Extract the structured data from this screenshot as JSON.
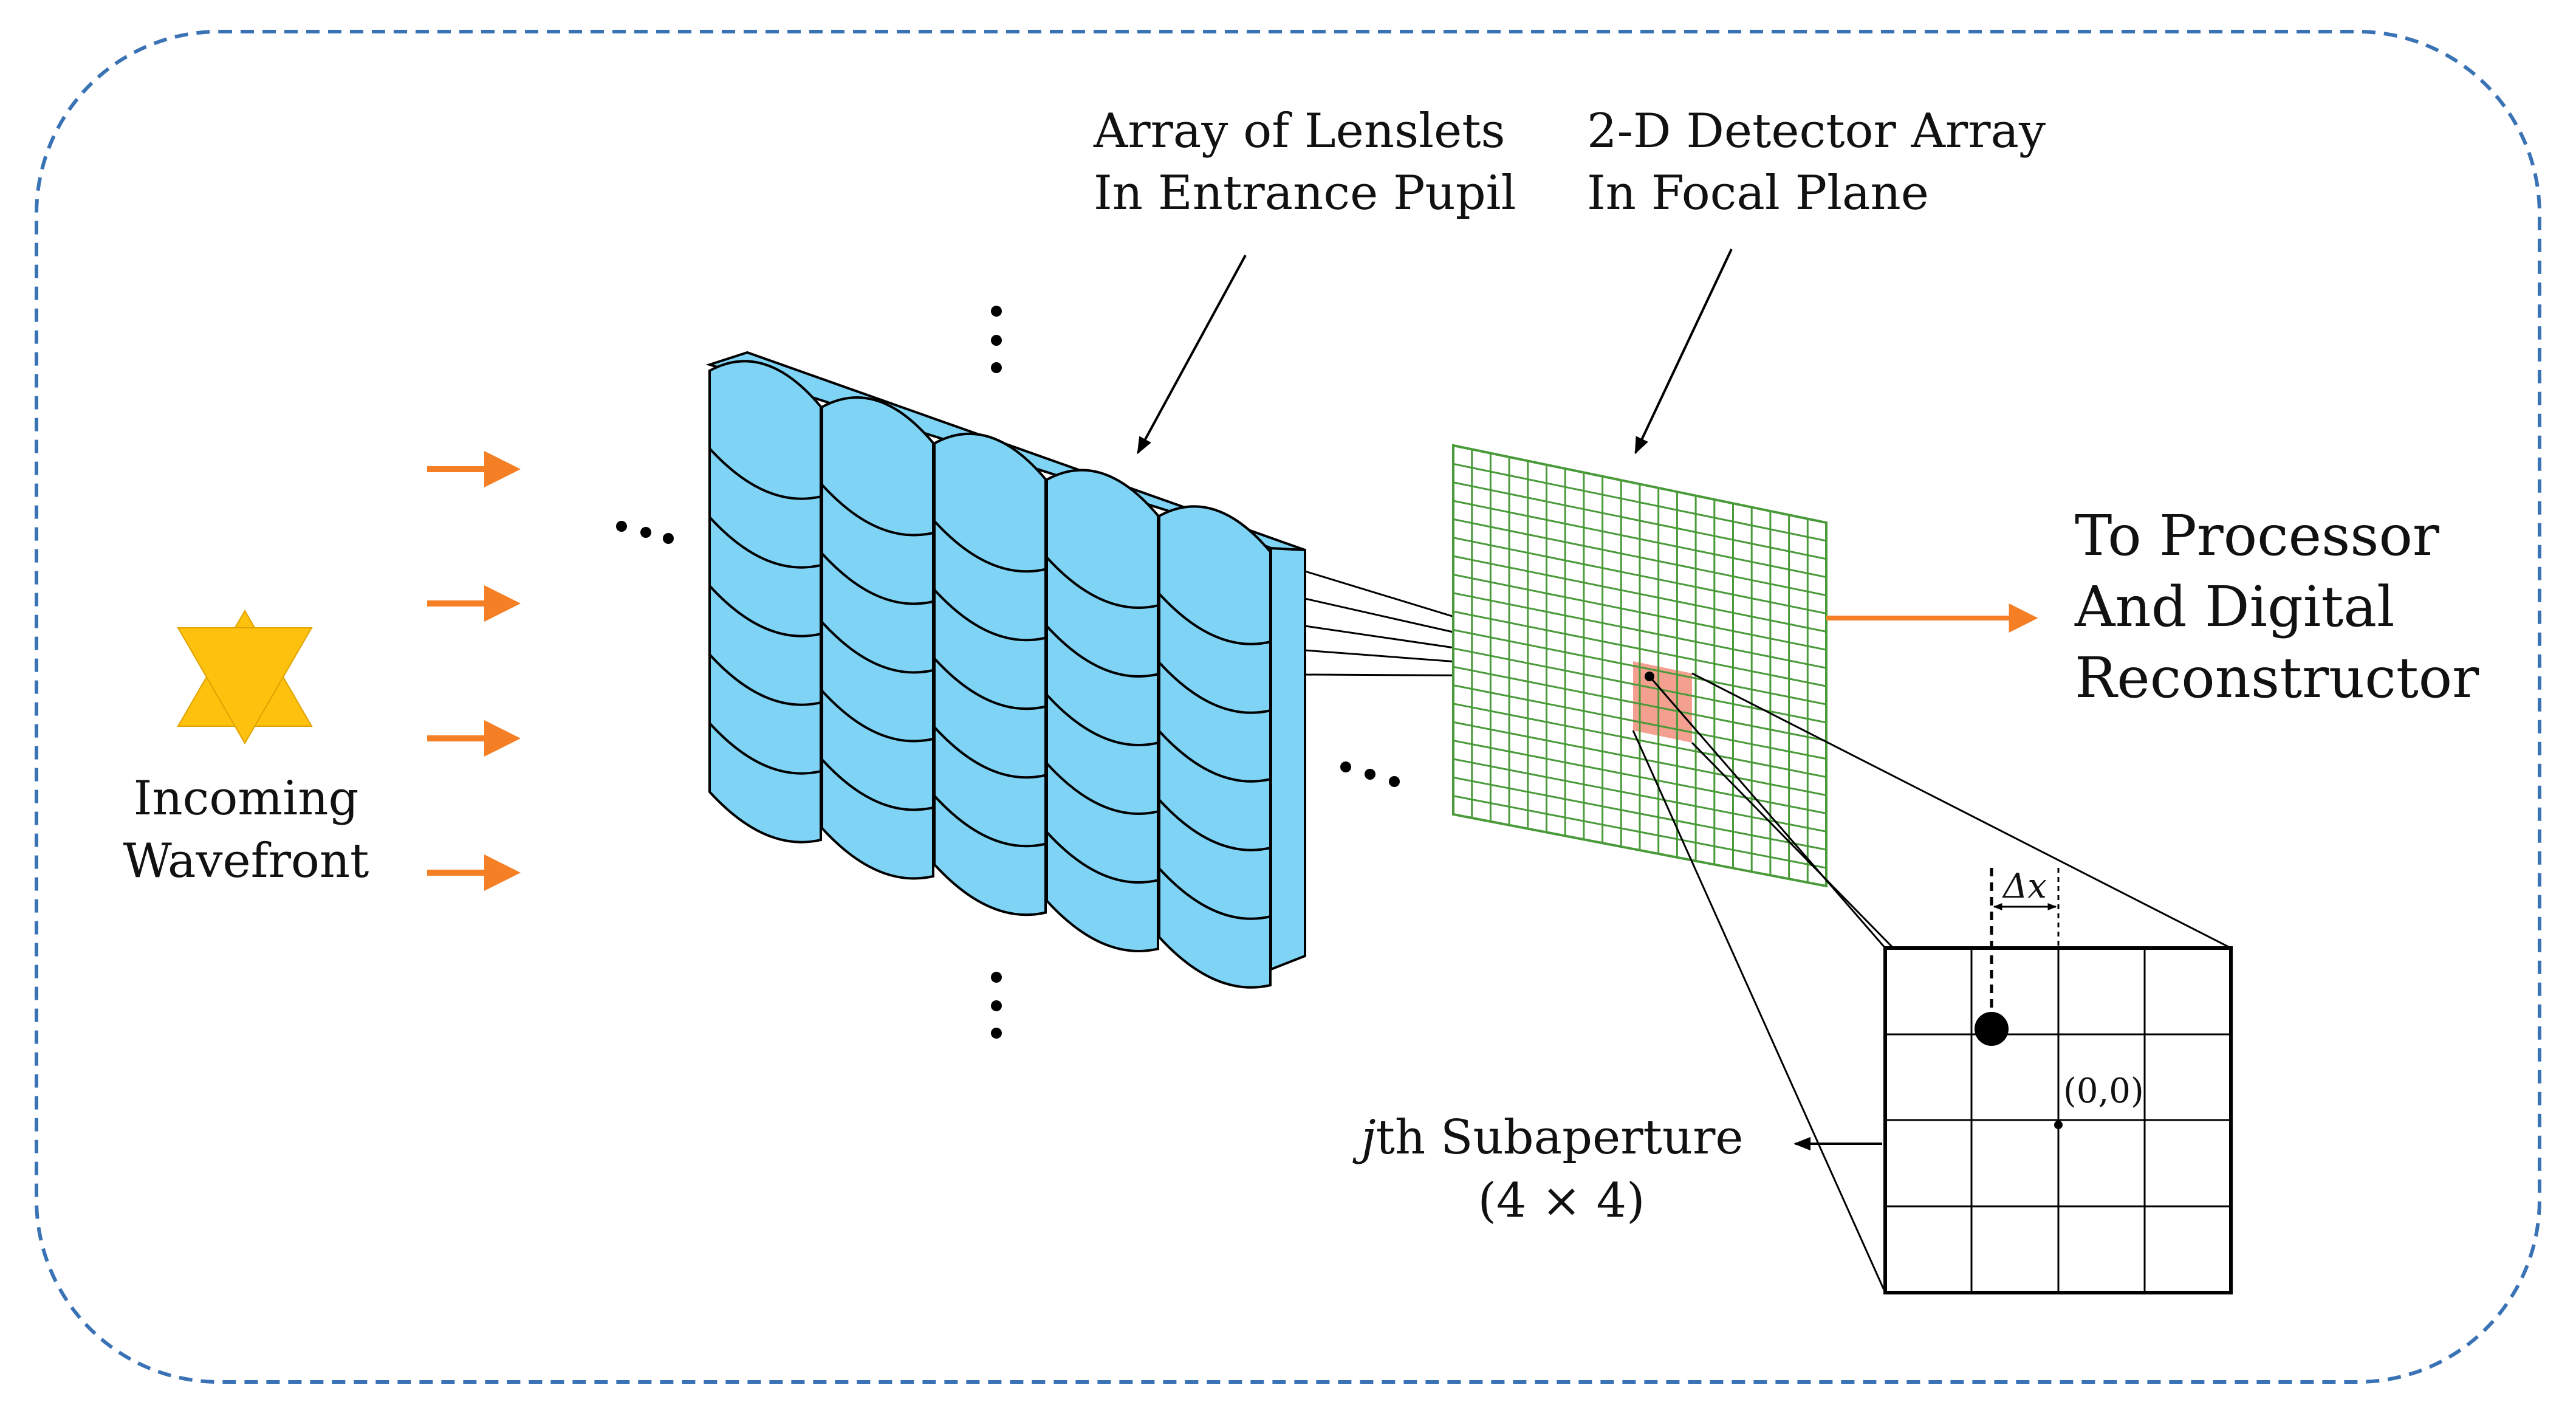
{
  "labels": {
    "wavefront_line1": "Incoming",
    "wavefront_line2": "Wavefront",
    "lenslets_line1": "Array of  Lenslets",
    "lenslets_line2": "In Entrance Pupil",
    "detector_line1": "2-D Detector Array",
    "detector_line2": "In Focal Plane",
    "processor_line1": "To Processor",
    "processor_line2": "And Digital",
    "processor_line3": "Reconstructor",
    "subaperture_italic": "j",
    "subaperture_line1_rest": "th Subaperture",
    "subaperture_line2": "(4 × 4)",
    "origin": "(0,0)",
    "delta_x": "Δx"
  },
  "colors": {
    "border": "#3a73b5",
    "arrow": "#f57f25",
    "star": "#fdc10e",
    "lens_fill": "#7fd4f5",
    "grid_green": "#4a9a3a",
    "highlight": "#f4a090",
    "ink": "#000000"
  },
  "icons": {
    "source": "six-point-star-icon",
    "ellipsis": "ellipsis-icon"
  }
}
